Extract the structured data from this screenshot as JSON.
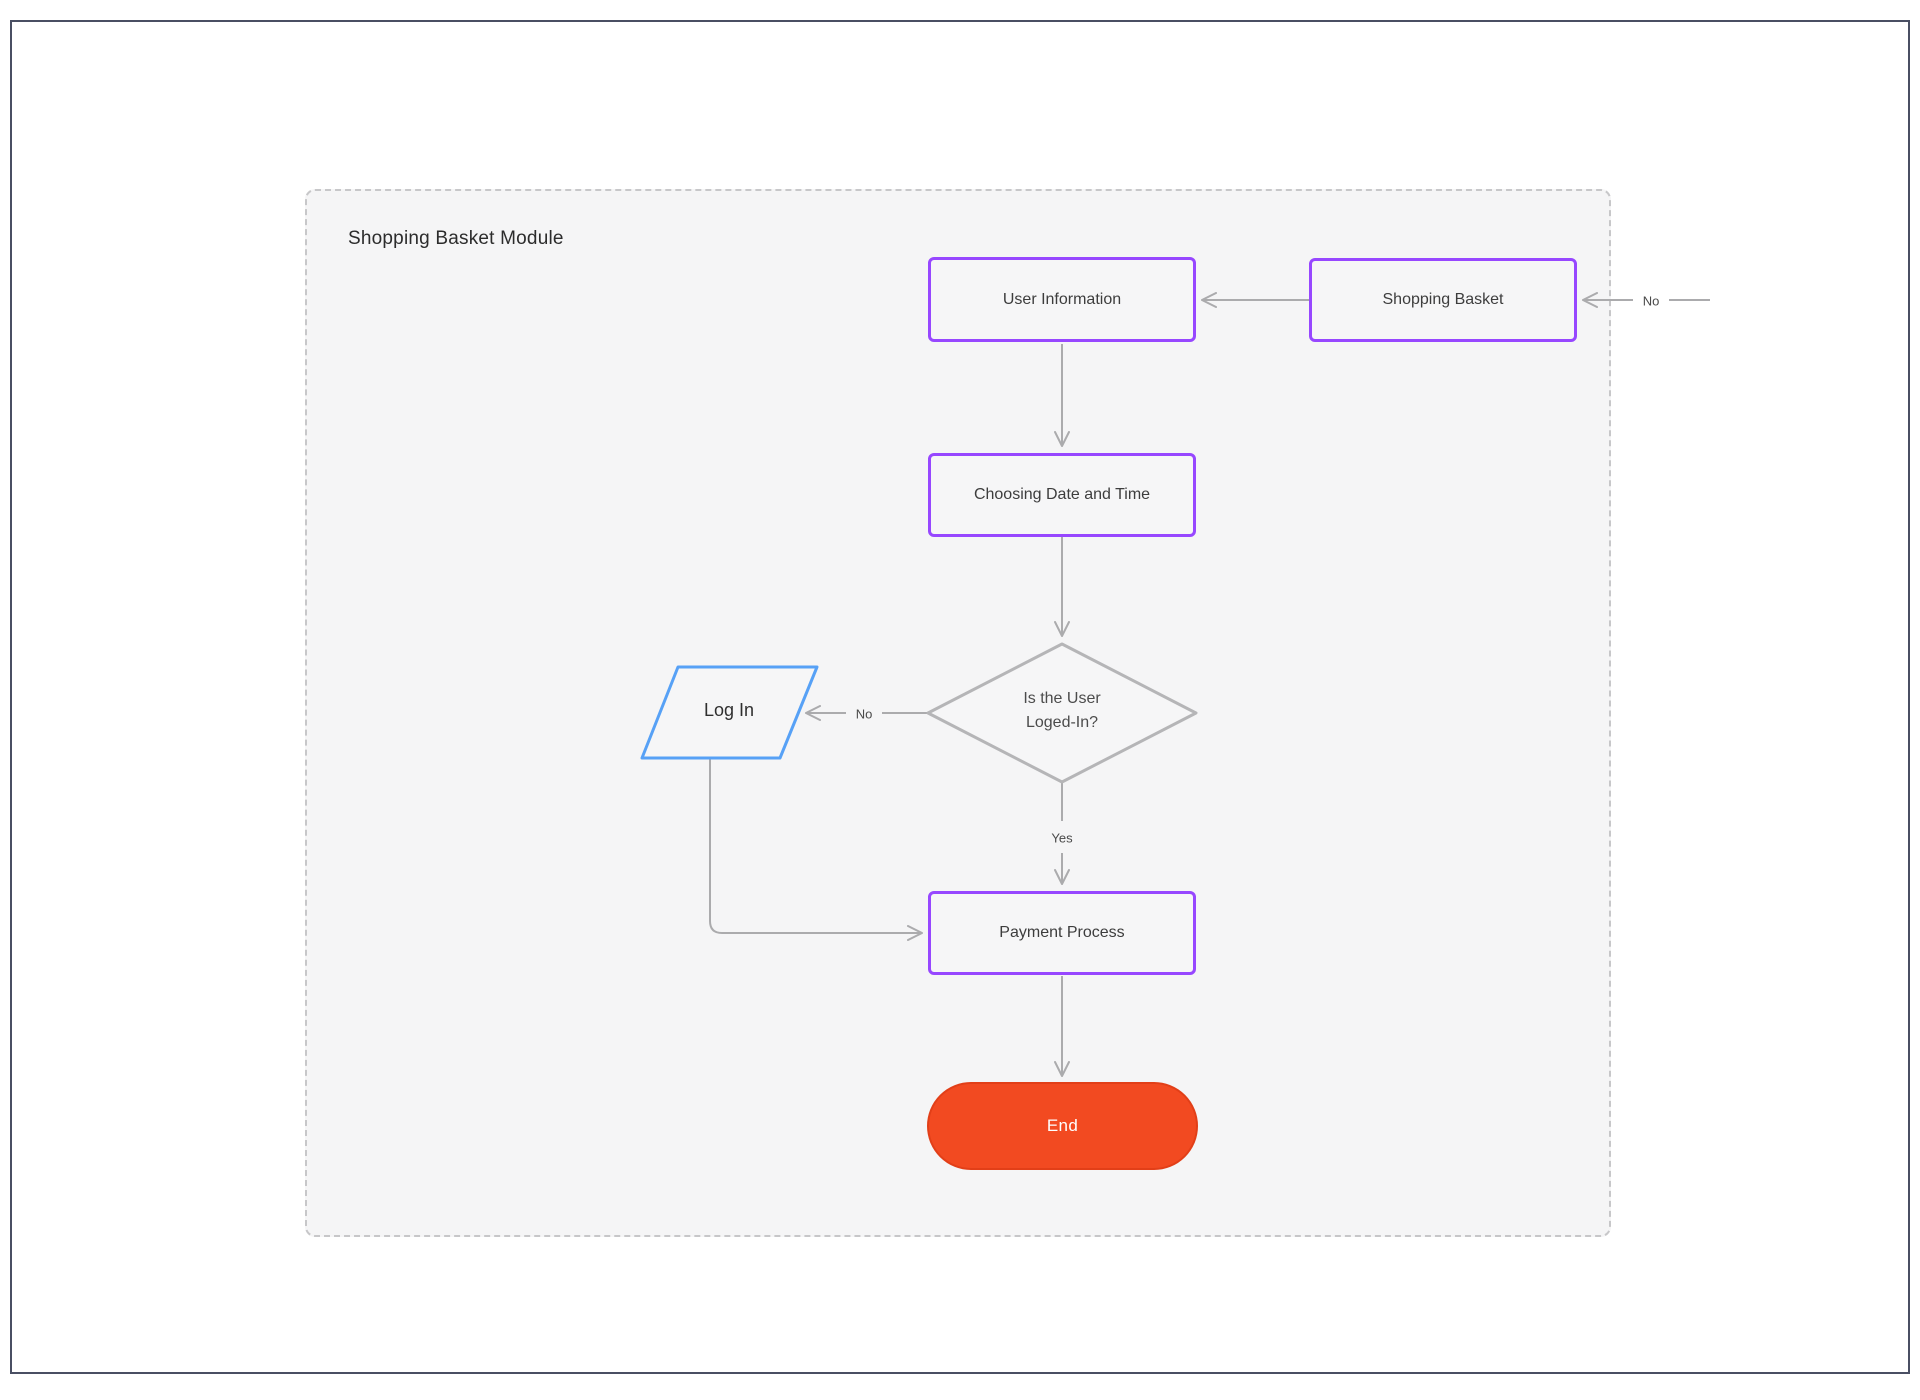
{
  "title": "Shopping Basket Module",
  "nodes": {
    "user_information": {
      "label": "User Information"
    },
    "shopping_basket": {
      "label": "Shopping Basket"
    },
    "choosing_date_and_time": {
      "label": "Choosing Date and Time"
    },
    "decision": {
      "line1": "Is the User",
      "line2": "Loged-In?"
    },
    "log_in": {
      "label": "Log In"
    },
    "payment_process": {
      "label": "Payment Process"
    },
    "end": {
      "label": "End"
    }
  },
  "edges": {
    "external_no": {
      "label": "No"
    },
    "decision_no": {
      "label": "No"
    },
    "decision_yes": {
      "label": "Yes"
    }
  },
  "colors": {
    "process_border": "#9747ff",
    "input_border": "#57a1f6",
    "decision_border": "#b5b5b7",
    "terminator_fill": "#f24a21",
    "terminator_border": "#e23f18",
    "connector": "#ababad",
    "container_fill": "#f5f5f6",
    "frame_border": "#4a4f63"
  }
}
